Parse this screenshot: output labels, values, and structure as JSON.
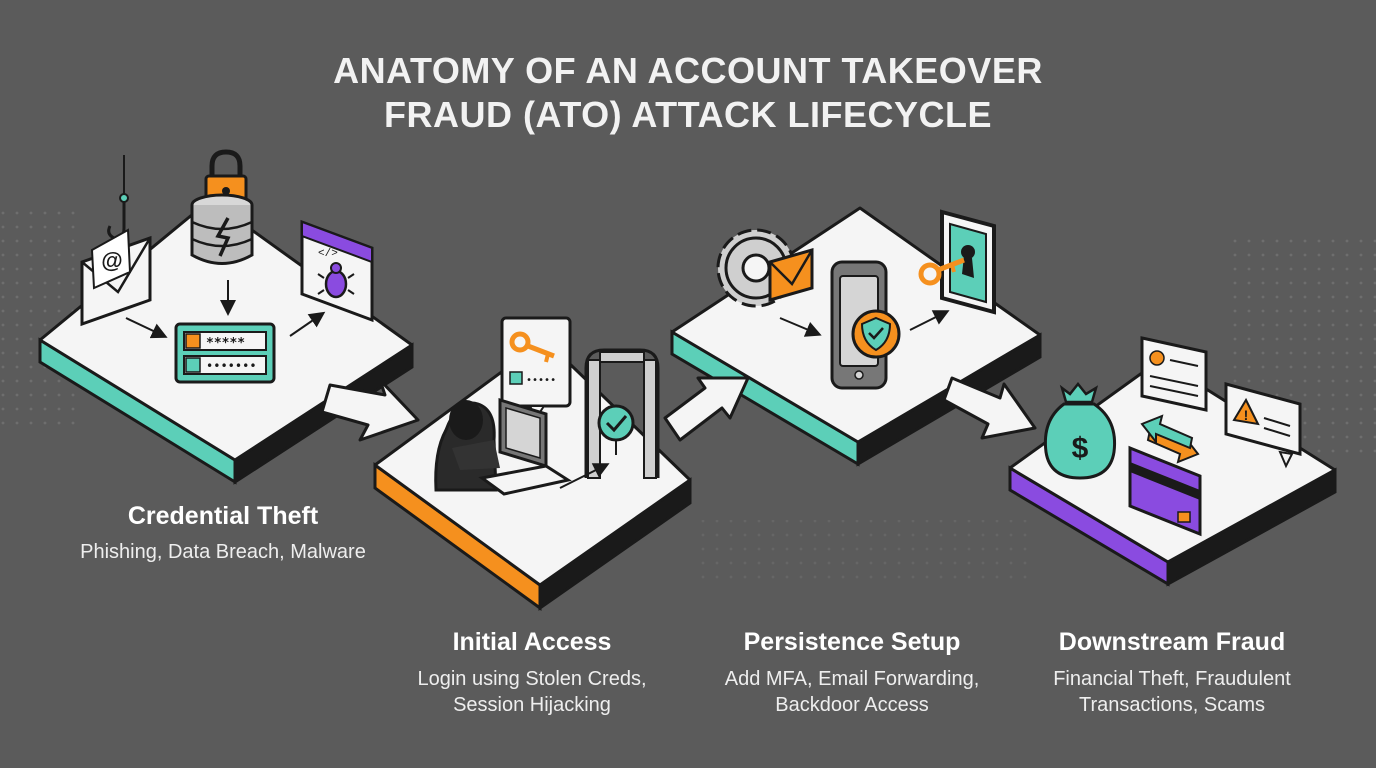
{
  "title": {
    "line1": "ANATOMY OF AN ACCOUNT TAKEOVER",
    "line2": "FRAUD (ATO) ATTACK LIFECYCLE"
  },
  "stages": [
    {
      "title": "Credential Theft",
      "desc_lines": [
        "Phishing, Data Breach, Malware"
      ],
      "accent": "#5ccfb8",
      "password_masked": "*****",
      "password_dots": "•••••••"
    },
    {
      "title": "Initial Access",
      "desc_lines": [
        "Login using Stolen Creds,",
        "Session Hijacking"
      ],
      "accent": "#f5901e",
      "password_dots": "•••••"
    },
    {
      "title": "Persistence Setup",
      "desc_lines": [
        "Add MFA, Email Forwarding,",
        "Backdoor Access"
      ],
      "accent": "#5ccfb8"
    },
    {
      "title": "Downstream Fraud",
      "desc_lines": [
        "Financial Theft, Fraudulent",
        "Transactions, Scams"
      ],
      "accent": "#8a4be0",
      "currency_symbol": "$"
    }
  ],
  "icons": {
    "email_at": "@",
    "code_tag": "</>",
    "warning": "!"
  },
  "colors": {
    "background": "#5b5b5b",
    "outline": "#1a1a1a",
    "platform_top": "#f5f5f5",
    "teal": "#5ccfb8",
    "orange": "#f5901e",
    "purple": "#8a4be0"
  }
}
